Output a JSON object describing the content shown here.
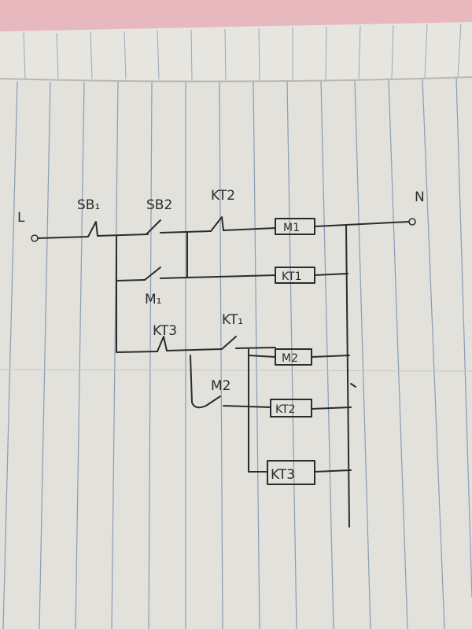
{
  "terminals": {
    "line": "L",
    "neutral": "N"
  },
  "contacts": {
    "sb1": "SB₁",
    "sb2": "SB2",
    "kt2": "KT2",
    "m1": "M₁",
    "kt3": "KT3",
    "kt1": "KT₁",
    "m2": "M2"
  },
  "coils": {
    "m1": "M1",
    "kt1": "KT1",
    "m2": "M2",
    "kt2": "KT2",
    "kt3": "KT3"
  },
  "colors": {
    "paper": "#e4e3dd",
    "rule_line": "#8a9cb5",
    "ink": "#2b2b2b",
    "background_pink": "#e7b9bf"
  }
}
